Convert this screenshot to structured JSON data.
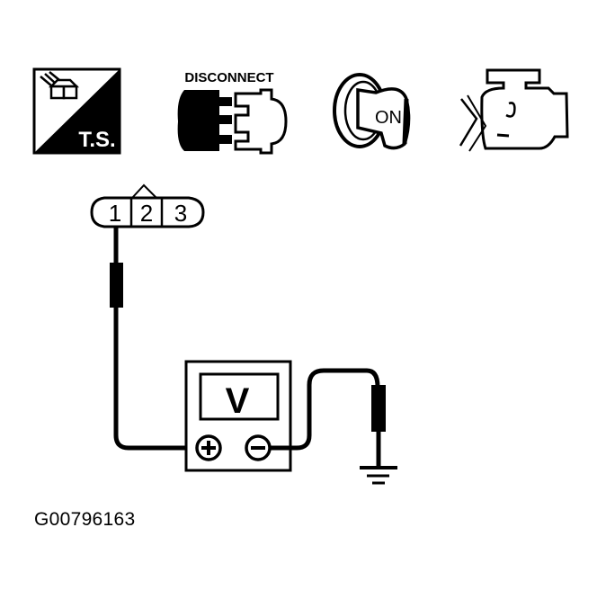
{
  "icons": [
    {
      "name": "troubleshooting-icon",
      "label": "T.S."
    },
    {
      "name": "disconnect-icon",
      "label": "DISCONNECT"
    },
    {
      "name": "ignition-key-icon",
      "label": "ON"
    },
    {
      "name": "engine-icon",
      "label": ""
    }
  ],
  "connector": {
    "pins": [
      "1",
      "2",
      "3"
    ],
    "probed_pin": "1"
  },
  "meter": {
    "display": "V",
    "positive_terminal": "+",
    "negative_terminal": "−"
  },
  "ground_symbol": "ground",
  "figure_code": "G00796163",
  "colors": {
    "ink": "#000000",
    "paper": "#ffffff"
  }
}
